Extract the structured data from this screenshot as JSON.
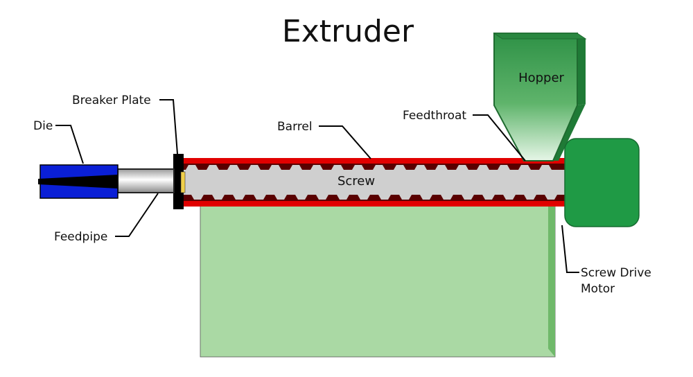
{
  "title": "Extruder",
  "labels": {
    "die": "Die",
    "breaker_plate": "Breaker Plate",
    "barrel": "Barrel",
    "feedthroat": "Feedthroat",
    "hopper": "Hopper",
    "screw": "Screw",
    "feedpipe": "Feedpipe",
    "screw_drive_motor_line1": "Screw Drive",
    "screw_drive_motor_line2": "Motor"
  },
  "colors": {
    "die": "#0a1fd6",
    "barrel": "#e10000",
    "screw": "#cfcfcf",
    "hopper_dark": "#1f7a36",
    "hopper_light": "#e9f7ea",
    "motor": "#1f9a45",
    "stand": "#aad9a4",
    "stand_edge": "#6fb96a"
  }
}
